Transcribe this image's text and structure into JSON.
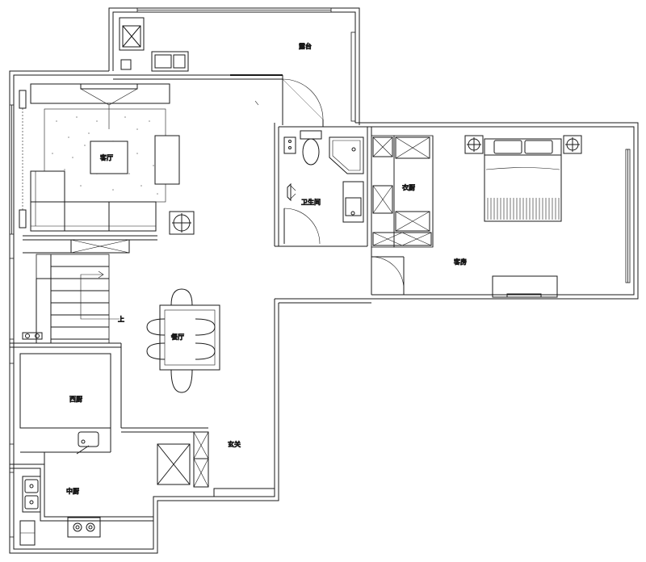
{
  "rooms": {
    "balcony": "露台",
    "living_room": "客厅",
    "bathroom": "卫生间",
    "wardrobe": "衣厨",
    "guest_room": "客房",
    "dining_room": "餐厅",
    "west_kitchen": "西厨",
    "entrance": "玄关",
    "chinese_kitchen": "中厨"
  },
  "annotations": {
    "stair_up": "上"
  },
  "colors": {
    "line": "#1a1a1a",
    "fill": "#ffffff"
  }
}
